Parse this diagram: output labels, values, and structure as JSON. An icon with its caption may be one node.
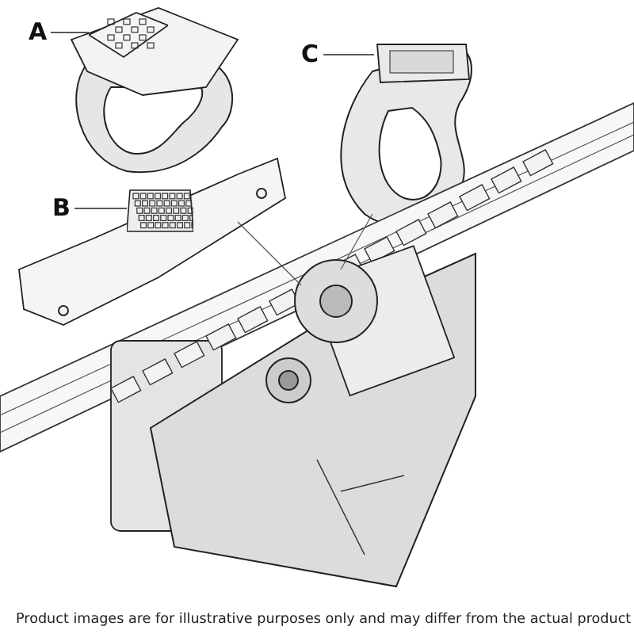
{
  "diagram": {
    "caption": "Product images are for illustrative purposes only and may differ from the actual product",
    "nodes": [
      {
        "text": [
          "A"
        ]
      },
      {
        "text": [
          "B"
        ]
      },
      {
        "text": [
          "C"
        ]
      },
      {
        "text": [],
        "shape": "picture"
      },
      {
        "text": [],
        "shape": "picture"
      },
      {
        "text": [],
        "shape": "picture"
      }
    ],
    "edges": [
      {
        "from": 0,
        "to": 3,
        "arrow": "none"
      },
      {
        "from": 1,
        "to": 4,
        "arrow": "none"
      },
      {
        "from": 2,
        "to": 5,
        "arrow": "none"
      }
    ]
  }
}
